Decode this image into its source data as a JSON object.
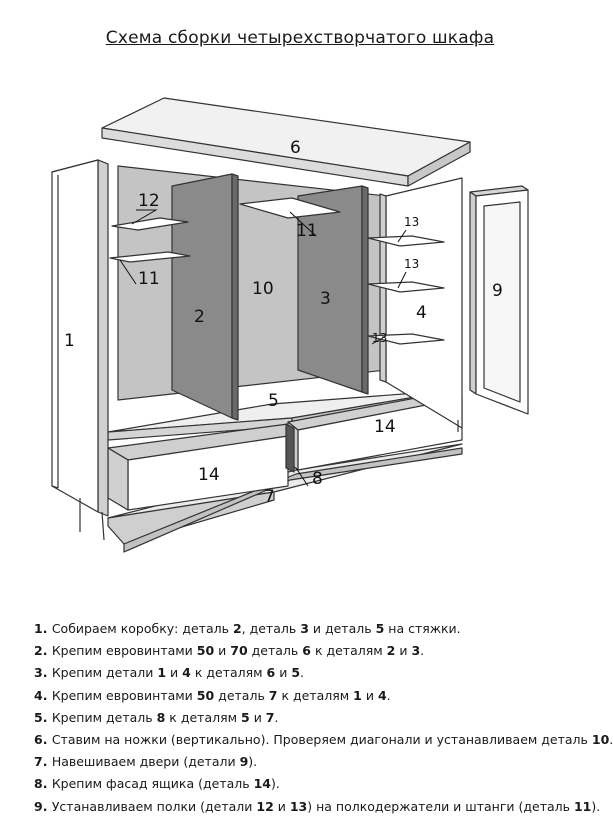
{
  "title": "Схема сборки четырехстворчатого шкафа",
  "labels": {
    "p1": "1",
    "p2": "2",
    "p3": "3",
    "p4": "4",
    "p5": "5",
    "p6": "6",
    "p7": "7",
    "p8": "8",
    "p9": "9",
    "p10": "10",
    "p11a": "11",
    "p11b": "11",
    "p12": "12",
    "p13a": "13",
    "p13b": "13",
    "p13c": "13",
    "p14a": "14",
    "p14b": "14"
  },
  "steps": [
    [
      "1. ",
      "Собираем коробку: деталь ",
      "2",
      ", деталь ",
      "3",
      " и деталь ",
      "5",
      " на стяжки."
    ],
    [
      "2. ",
      "Крепим евровинтами ",
      "50",
      " и ",
      "70",
      " деталь ",
      "6",
      " к деталям ",
      "2",
      " и ",
      "3",
      "."
    ],
    [
      "3. ",
      "Крепим детали ",
      "1",
      " и ",
      "4",
      " к деталям ",
      "6",
      " и ",
      "5",
      "."
    ],
    [
      "4. ",
      "Крепим евровинтами ",
      "50",
      " деталь ",
      "7",
      " к деталям ",
      "1",
      " и ",
      "4",
      "."
    ],
    [
      "5. ",
      "Крепим деталь ",
      "8",
      " к деталям ",
      "5",
      " и ",
      "7",
      "."
    ],
    [
      "6. ",
      "Ставим на ножки (вертикально). Проверяем диагонали и устанавливаем деталь ",
      "10",
      "."
    ],
    [
      "7. ",
      "Навешиваем двери (детали ",
      "9",
      ")."
    ],
    [
      "8. ",
      "Крепим фасад ящика (деталь ",
      "14",
      ")."
    ],
    [
      "9. ",
      "Устанавливаем полки (детали ",
      "12",
      " и ",
      "13",
      ") на полкодержатели и штанги (деталь ",
      "11",
      ")."
    ]
  ]
}
